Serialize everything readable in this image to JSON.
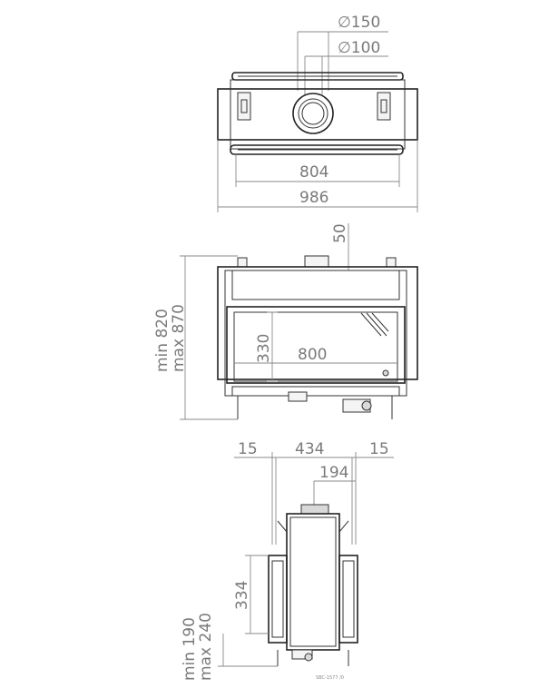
{
  "top_view": {
    "dia_outer": "∅150",
    "dia_inner": "∅100",
    "width_inner": "804",
    "width_outer": "986"
  },
  "front_view": {
    "top_offset": "50",
    "height_min": "min 820",
    "height_max": "max 870",
    "glass_height": "330",
    "glass_width": "800"
  },
  "side_view": {
    "left_margin": "15",
    "depth": "434",
    "right_margin": "15",
    "flue_offset": "194",
    "glass_height": "334",
    "base_min": "min 190",
    "base_max": "max 240",
    "drawing_code": "SBC-1577 /0"
  }
}
